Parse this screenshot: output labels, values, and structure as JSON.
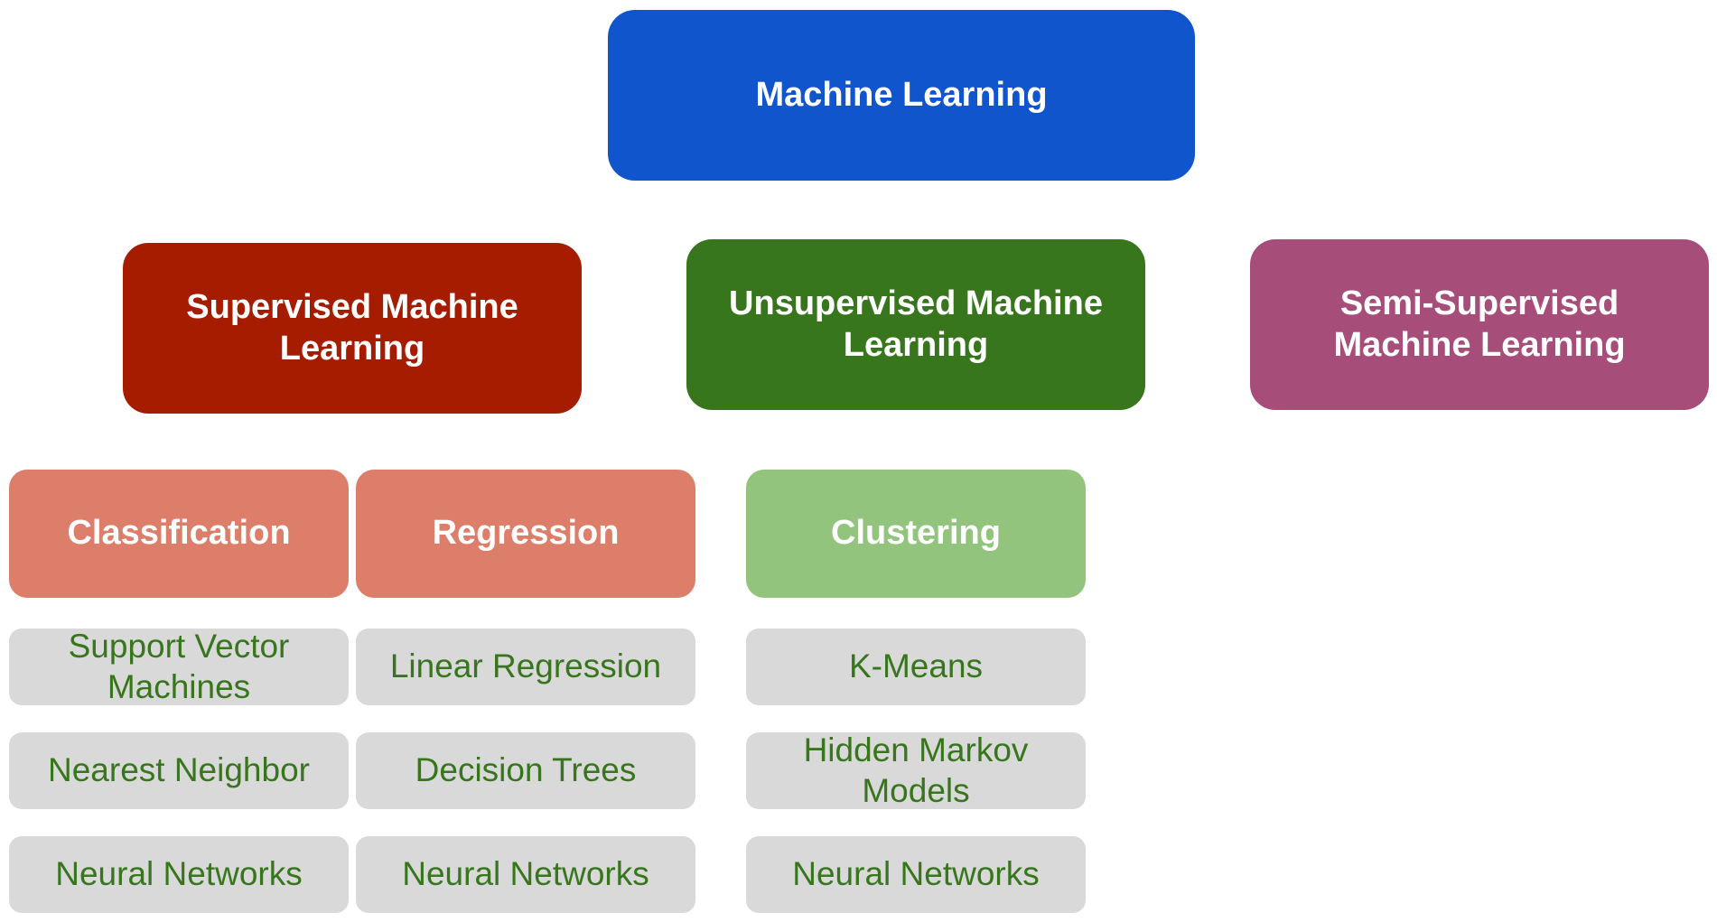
{
  "root": {
    "label": "Machine Learning"
  },
  "categories": [
    {
      "label": "Supervised Machine Learning",
      "color": "#a61c00"
    },
    {
      "label": "Unsupervised Machine Learning",
      "color": "#38761d"
    },
    {
      "label": "Semi-Supervised Machine Learning",
      "color": "#a64d79"
    }
  ],
  "subcategories": [
    {
      "label": "Classification",
      "color": "#dd7e6b",
      "items": [
        "Support Vector Machines",
        "Nearest Neighbor",
        "Neural Networks"
      ]
    },
    {
      "label": "Regression",
      "color": "#dd7e6b",
      "items": [
        "Linear Regression",
        "Decision Trees",
        "Neural Networks"
      ]
    },
    {
      "label": "Clustering",
      "color": "#93c47d",
      "items": [
        "K-Means",
        "Hidden Markov Models",
        "Neural Networks"
      ]
    }
  ],
  "colors": {
    "root": "#1155cc",
    "item_background": "#d9d9d9",
    "item_text": "#38761d"
  }
}
